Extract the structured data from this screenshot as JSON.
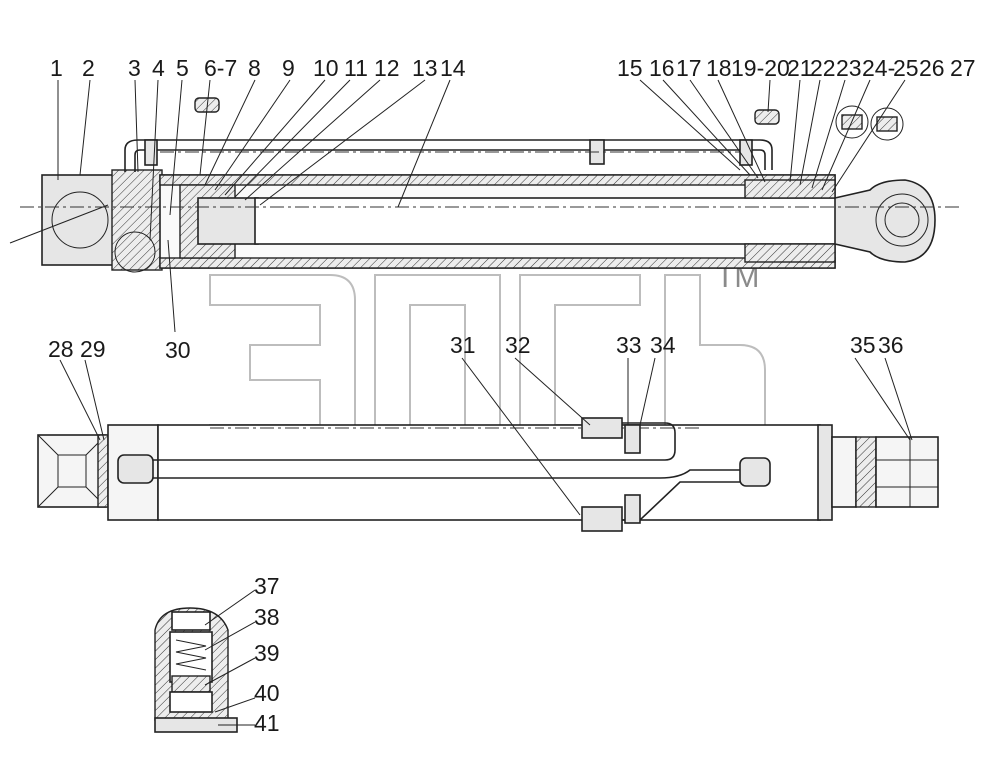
{
  "drawing": {
    "watermark": "ЭПСЬ",
    "trademark": "TM",
    "labels": [
      "1",
      "2",
      "3",
      "4",
      "5",
      "6-7",
      "8",
      "9",
      "10",
      "11",
      "12",
      "13",
      "14",
      "15",
      "16",
      "17",
      "18",
      "19-20",
      "21",
      "22",
      "23",
      "24-",
      "25",
      "26",
      "27",
      "28",
      "29",
      "30",
      "31",
      "32",
      "33",
      "34",
      "35",
      "36",
      "37",
      "38",
      "39",
      "40",
      "41"
    ]
  }
}
